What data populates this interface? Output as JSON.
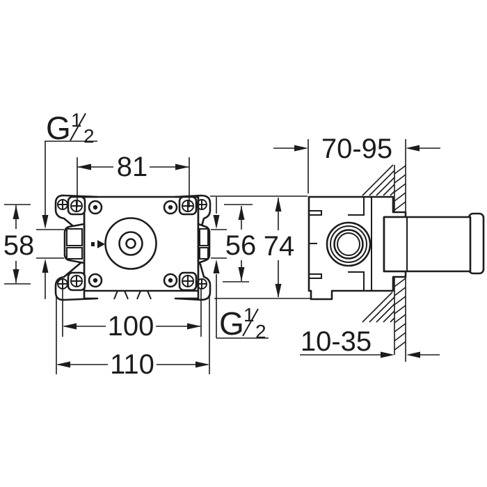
{
  "drawing": {
    "type": "technical-dimension-drawing",
    "views": {
      "front": "concealed valve body front view",
      "side": "concealed valve body side section in wall"
    },
    "threads": {
      "top_left": {
        "letter": "G",
        "numerator": "1",
        "denominator": "2"
      },
      "bottom_right": {
        "letter": "G",
        "numerator": "1",
        "denominator": "2"
      }
    },
    "dimensions": {
      "screw_spacing_horizontal": "81",
      "port_hole_spacing_vertical": "58",
      "screw_spacing_vertical": "56",
      "body_height": "74",
      "lug_hole_spacing_horizontal": "100",
      "overall_width": "110",
      "installation_depth_range": "70-95",
      "finished_wall_depth_range": "10-35"
    },
    "colors": {
      "line": "#1c1c1c",
      "background": "#ffffff"
    }
  }
}
